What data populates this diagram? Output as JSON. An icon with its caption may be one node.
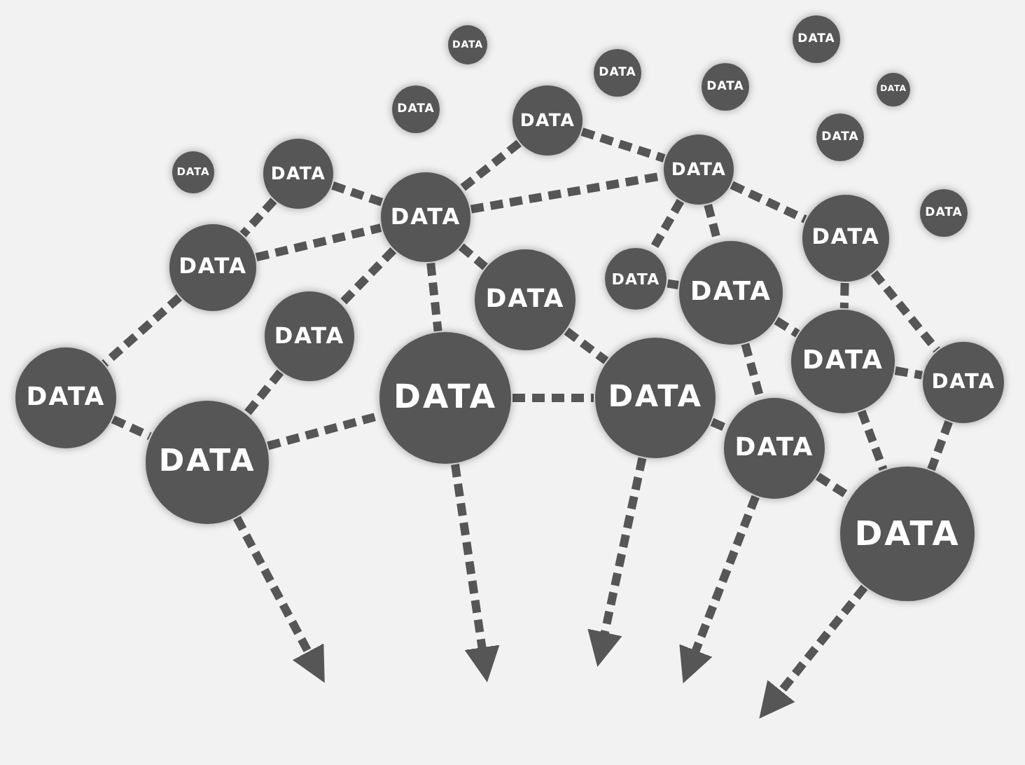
{
  "diagram": {
    "nodes": [
      {
        "text": [
          "DATA"
        ]
      },
      {
        "text": [
          "DATA"
        ]
      },
      {
        "text": [
          "DATA"
        ]
      },
      {
        "text": [
          "DATA"
        ]
      },
      {
        "text": [
          "DATA"
        ]
      },
      {
        "text": [
          "DATA"
        ]
      },
      {
        "text": [
          "DATA"
        ]
      },
      {
        "text": [
          "DATA"
        ]
      },
      {
        "text": [
          "DATA"
        ]
      },
      {
        "text": [
          "DATA"
        ]
      },
      {
        "text": [
          "DATA"
        ]
      },
      {
        "text": [
          "DATA"
        ]
      },
      {
        "text": [
          "DATA"
        ]
      },
      {
        "text": [
          "DATA"
        ]
      },
      {
        "text": [
          "DATA"
        ]
      },
      {
        "text": [
          "DATA"
        ]
      },
      {
        "text": [
          "DATA"
        ]
      },
      {
        "text": [
          "DATA"
        ]
      },
      {
        "text": [
          "DATA"
        ]
      },
      {
        "text": [
          "DATA"
        ]
      },
      {
        "text": [
          "DATA"
        ]
      },
      {
        "text": [
          "DATA"
        ]
      },
      {
        "text": [
          "DATA"
        ]
      },
      {
        "text": [
          "DATA"
        ]
      },
      {
        "text": [
          "DATA"
        ]
      },
      {
        "text": [
          "DATA"
        ]
      },
      {
        "text": [
          "DATA"
        ]
      }
    ],
    "edges": [
      {
        "from": 10,
        "to": 12,
        "arrow": "none",
        "style": "dashed"
      },
      {
        "from": 10,
        "to": 14,
        "arrow": "none",
        "style": "dashed"
      },
      {
        "from": 6,
        "to": 12,
        "arrow": "none",
        "style": "dashed"
      },
      {
        "from": 6,
        "to": 8,
        "arrow": "none",
        "style": "dashed"
      },
      {
        "from": 12,
        "to": 8,
        "arrow": "none",
        "style": "dashed"
      },
      {
        "from": 14,
        "to": 12,
        "arrow": "none",
        "style": "dashed"
      },
      {
        "from": 12,
        "to": 17,
        "arrow": "none",
        "style": "dashed"
      },
      {
        "from": 12,
        "to": 18,
        "arrow": "none",
        "style": "dashed"
      },
      {
        "from": 12,
        "to": 22,
        "arrow": "none",
        "style": "dashed"
      },
      {
        "from": 14,
        "to": 21,
        "arrow": "none",
        "style": "dashed"
      },
      {
        "from": 21,
        "to": 25,
        "arrow": "none",
        "style": "dashed"
      },
      {
        "from": 18,
        "to": 25,
        "arrow": "none",
        "style": "dashed"
      },
      {
        "from": 25,
        "to": 22,
        "arrow": "none",
        "style": "dashed"
      },
      {
        "from": 22,
        "to": 23,
        "arrow": "none",
        "style": "dashed"
      },
      {
        "from": 17,
        "to": 23,
        "arrow": "none",
        "style": "dashed"
      },
      {
        "from": 8,
        "to": 15,
        "arrow": "none",
        "style": "dashed"
      },
      {
        "from": 8,
        "to": 16,
        "arrow": "none",
        "style": "dashed"
      },
      {
        "from": 8,
        "to": 13,
        "arrow": "none",
        "style": "dashed"
      },
      {
        "from": 15,
        "to": 16,
        "arrow": "none",
        "style": "dashed"
      },
      {
        "from": 16,
        "to": 19,
        "arrow": "none",
        "style": "dashed"
      },
      {
        "from": 16,
        "to": 24,
        "arrow": "none",
        "style": "dashed"
      },
      {
        "from": 13,
        "to": 19,
        "arrow": "none",
        "style": "dashed"
      },
      {
        "from": 13,
        "to": 20,
        "arrow": "none",
        "style": "dashed"
      },
      {
        "from": 19,
        "to": 20,
        "arrow": "none",
        "style": "dashed"
      },
      {
        "from": 19,
        "to": 26,
        "arrow": "none",
        "style": "dashed"
      },
      {
        "from": 20,
        "to": 26,
        "arrow": "none",
        "style": "dashed"
      },
      {
        "from": 24,
        "to": 26,
        "arrow": "none",
        "style": "dashed"
      },
      {
        "from": 23,
        "to": 24,
        "arrow": "none",
        "style": "dashed"
      },
      {
        "from": 25,
        "to": null,
        "arrow": "to",
        "style": "dashed"
      },
      {
        "from": 22,
        "to": null,
        "arrow": "to",
        "style": "dashed"
      },
      {
        "from": 23,
        "to": null,
        "arrow": "to",
        "style": "dashed"
      },
      {
        "from": 24,
        "to": null,
        "arrow": "to",
        "style": "dashed"
      },
      {
        "from": 26,
        "to": null,
        "arrow": "to",
        "style": "dashed"
      }
    ]
  }
}
